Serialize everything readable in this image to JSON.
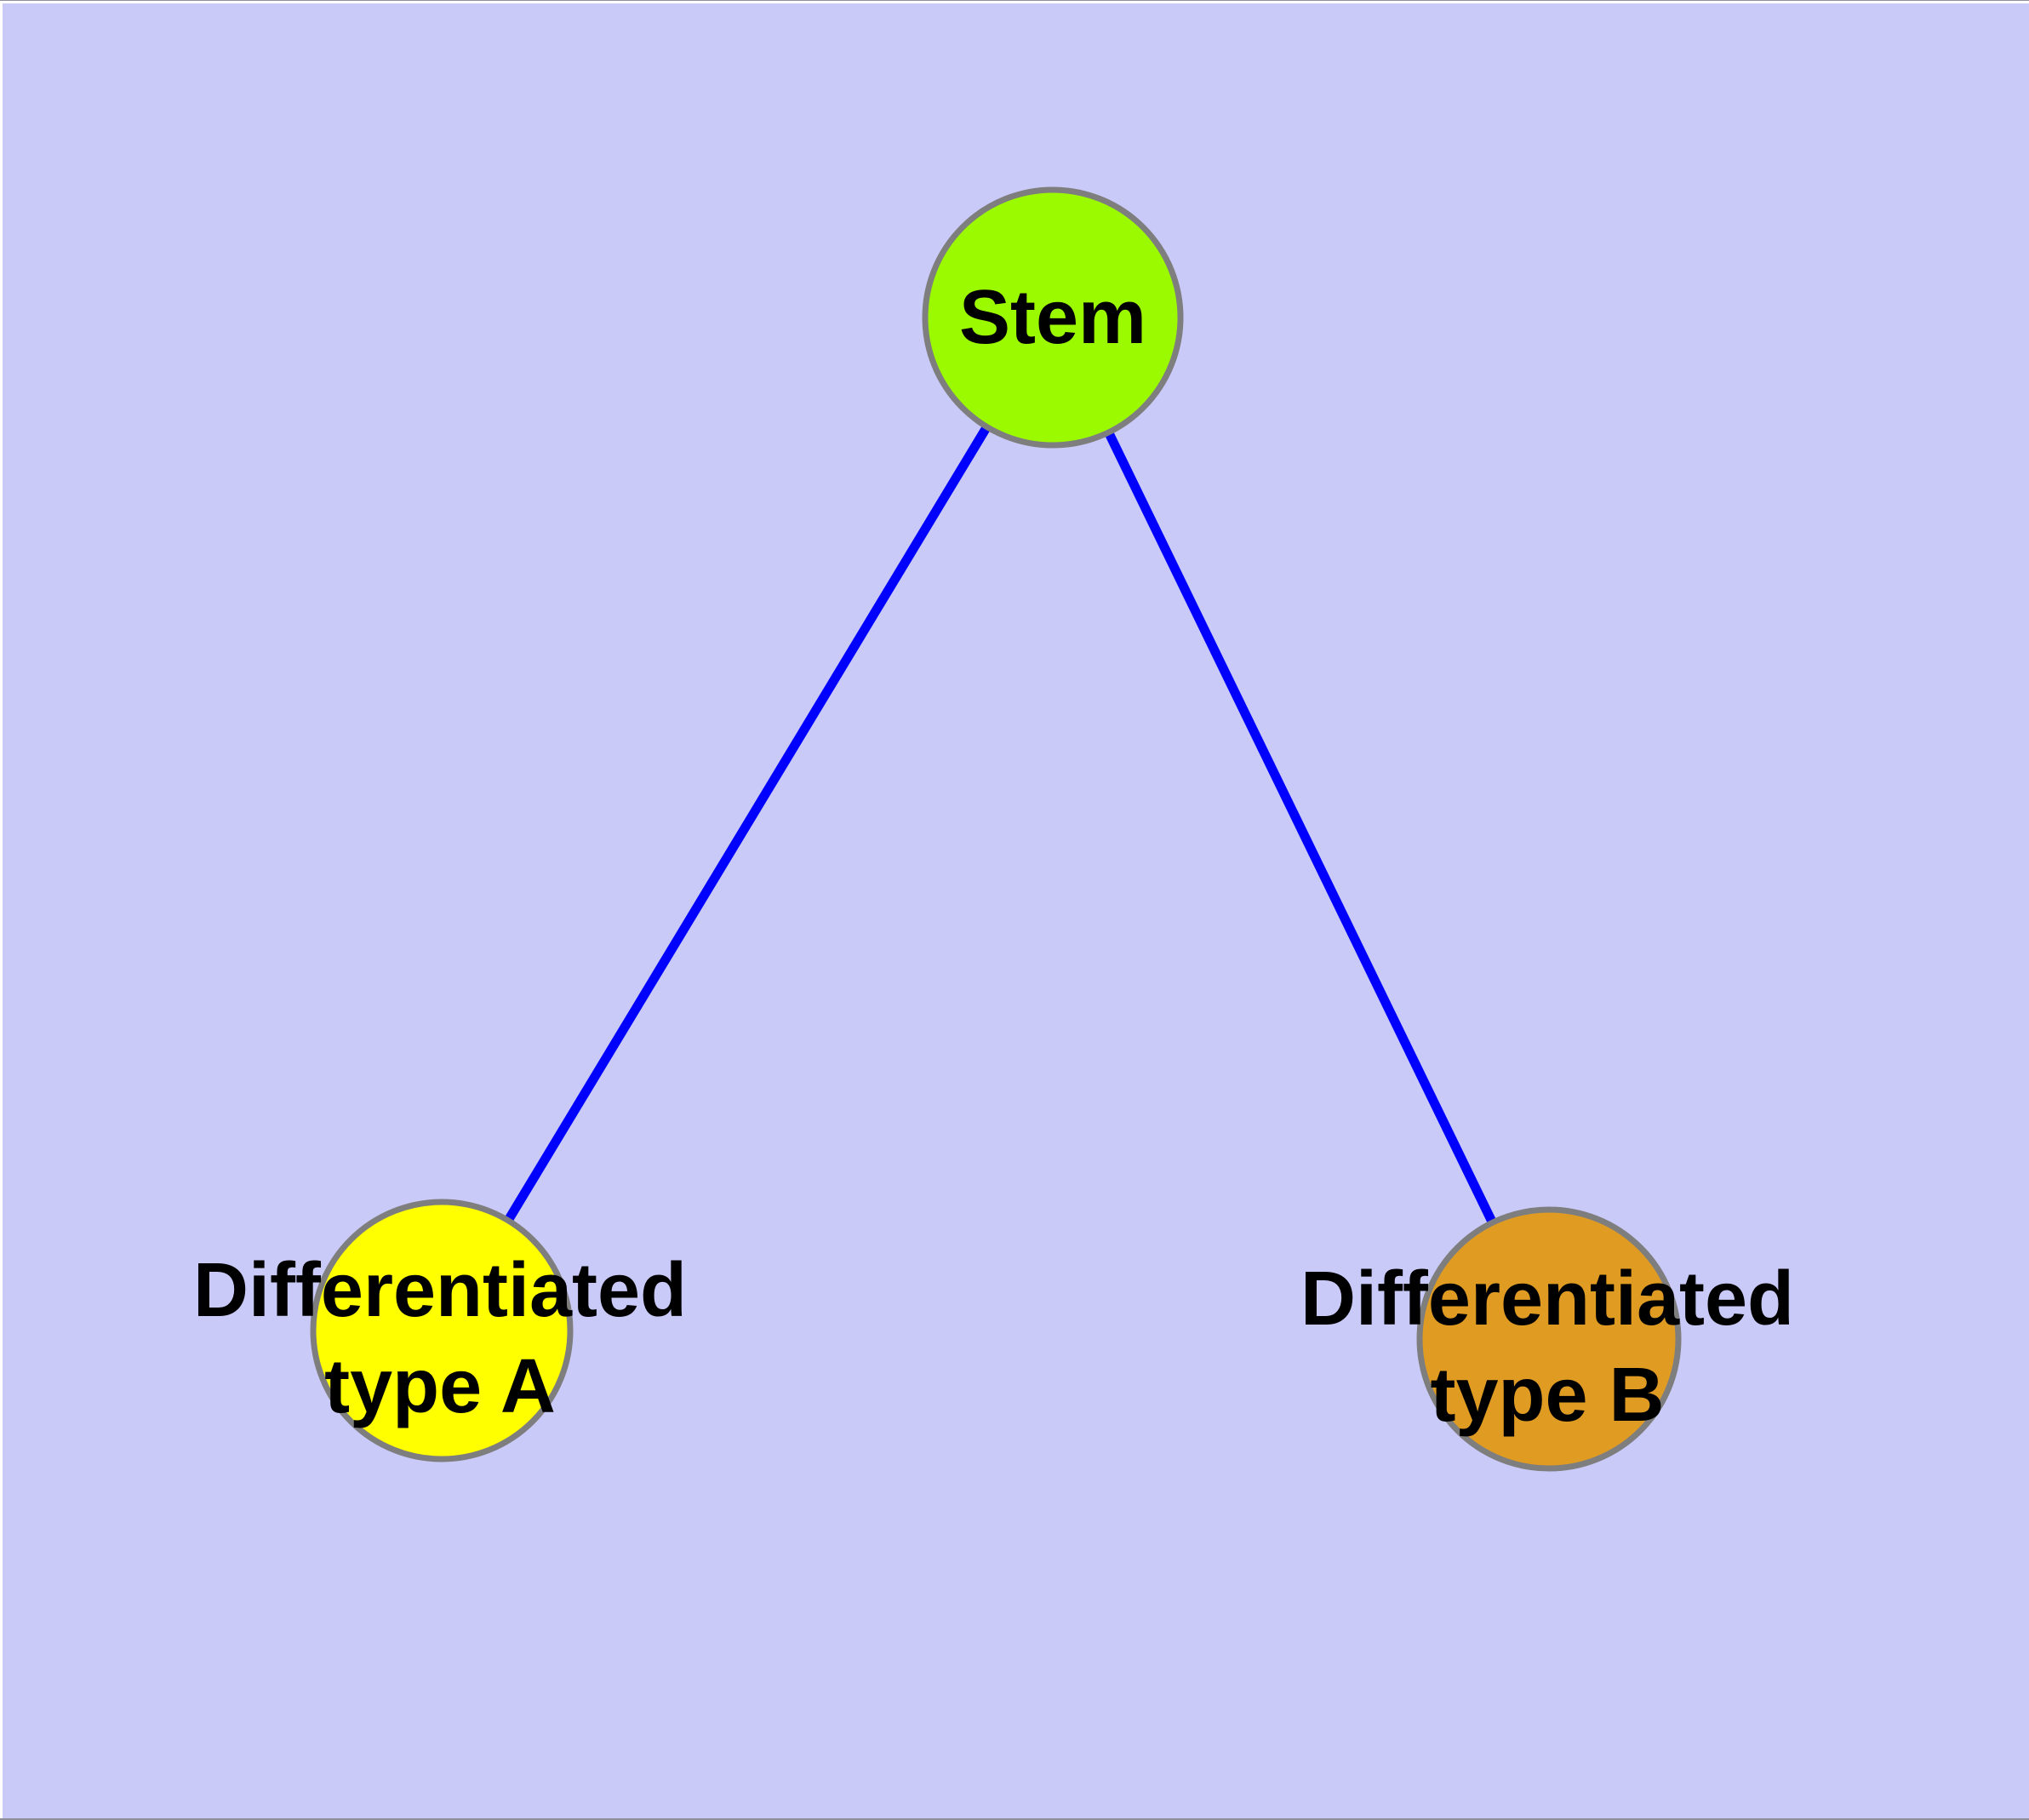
{
  "diagram": {
    "background_color": "#CACAF8",
    "window_border_top_color": "#FFFFFF",
    "window_border_left_color": "#FFFFFF",
    "window_edge_line_color": "#8F8F9B",
    "edge_color": "#0000FF",
    "node_border_color": "#7E7E7E",
    "label_color": "#000000",
    "nodes": [
      {
        "id": "stem",
        "label": "Stem",
        "fill": "#9BFA00"
      },
      {
        "id": "type-a",
        "label": "Differentiated type A",
        "label_line1": "Differentiated",
        "label_line2": "type A",
        "fill": "#FFFF00"
      },
      {
        "id": "type-b",
        "label": "Differentiated type B",
        "label_line1": "Differentiated",
        "label_line2": "type B",
        "fill": "#E09B23"
      }
    ],
    "edges": [
      {
        "from": "stem",
        "to": "type-a"
      },
      {
        "from": "stem",
        "to": "type-b"
      }
    ]
  }
}
